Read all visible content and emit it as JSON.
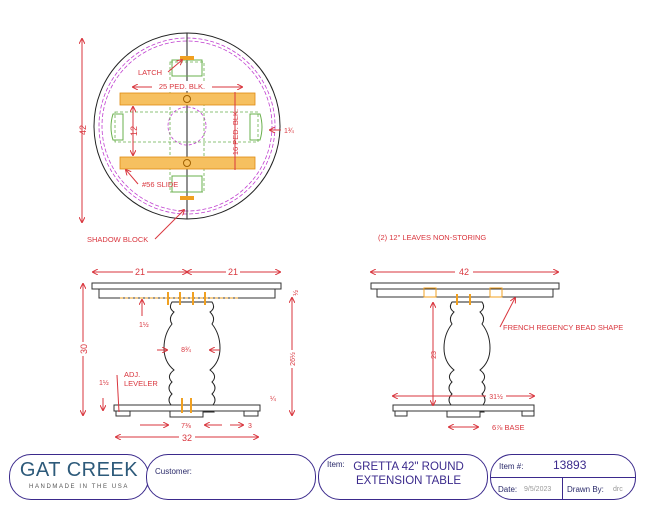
{
  "top_view": {
    "diameter": "42",
    "latch": "LATCH",
    "ped_blk_25": "25 PED. BLK.",
    "ped_blk_16": "16 PED. BLK.",
    "spacing_12": "12",
    "edge": "1¾",
    "slide": "#56 SLIDE",
    "shadow_block": "SHADOW BLOCK"
  },
  "front_view": {
    "half_left": "21",
    "half_right": "21",
    "height": "30",
    "apron": "½",
    "apron_depth": "1½",
    "pedestal_height": "26½",
    "pedestal_width": "8¾",
    "leveler": "ADJ.",
    "leveler2": "LEVELER",
    "leveler_height": "1½",
    "foot_height": "¼",
    "center_block": "7⅜",
    "foot": "3",
    "base_width": "32"
  },
  "side_view": {
    "note": "(2) 12\" LEAVES NON-STORING",
    "width": "42",
    "bead_shape": "FRENCH REGENCY BEAD SHAPE",
    "height": "23",
    "base_span": "31½",
    "base": "6⅞ BASE"
  },
  "title_block": {
    "brand": "GAT CREEK",
    "tagline": "HANDMADE IN THE USA",
    "customer_label": "Customer:",
    "customer_value": "",
    "item_label": "Item:",
    "item_line1": "GRETTA 42\" ROUND",
    "item_line2": "EXTENSION TABLE",
    "item_no_label": "Item #:",
    "item_no": "13893",
    "date_label": "Date:",
    "date": "9/5/2023",
    "drawn_by_label": "Drawn By:",
    "drawn_by": "drc"
  },
  "colors": {
    "dimension": "#d9363e",
    "hardware": "#f0a020",
    "frame": "#6ab04c",
    "shadow": "#c040d0",
    "border": "#3b2a8c"
  }
}
